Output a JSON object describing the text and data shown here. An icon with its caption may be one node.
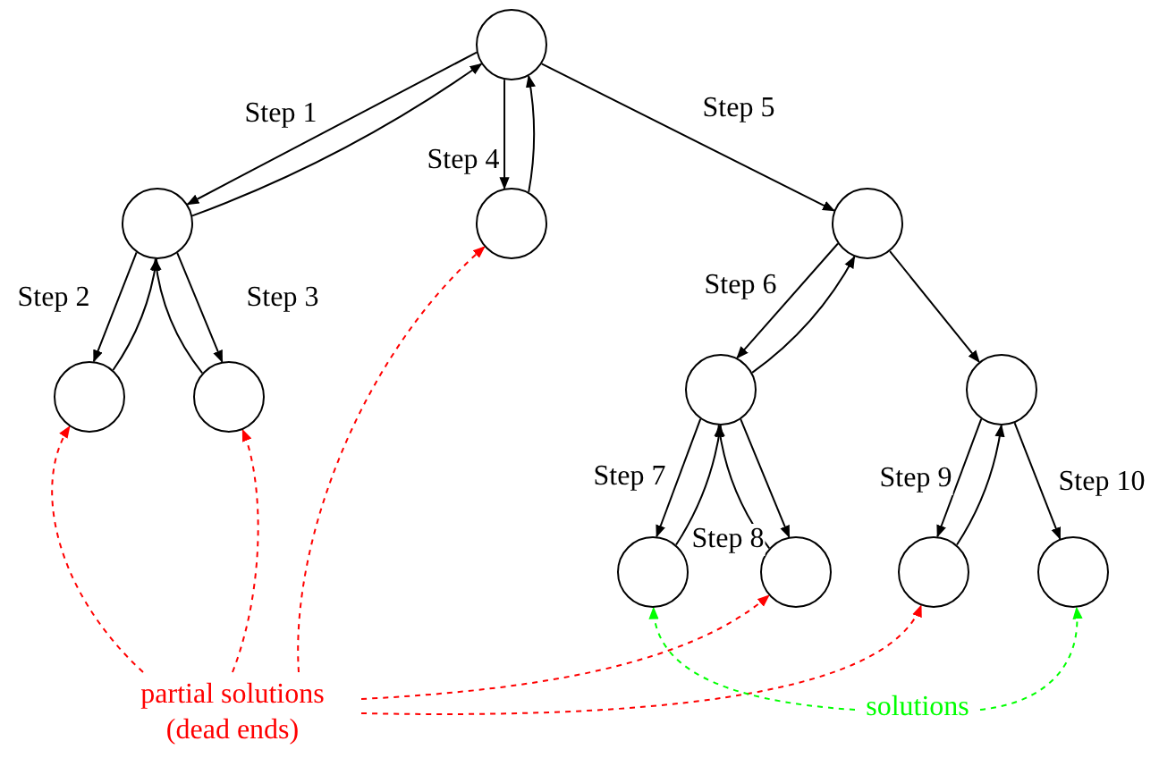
{
  "diagram": {
    "nodes": [
      {
        "text": [],
        "shape": "circle"
      },
      {
        "text": [],
        "shape": "circle"
      },
      {
        "text": [],
        "shape": "circle"
      },
      {
        "text": [],
        "shape": "circle"
      },
      {
        "text": [],
        "shape": "circle"
      },
      {
        "text": [],
        "shape": "circle"
      },
      {
        "text": [],
        "shape": "circle"
      },
      {
        "text": [],
        "shape": "circle"
      },
      {
        "text": [],
        "shape": "circle"
      },
      {
        "text": [],
        "shape": "circle"
      },
      {
        "text": [],
        "shape": "circle"
      },
      {
        "text": [],
        "shape": "circle"
      },
      {
        "text": [
          "partial solutions (dead ends)"
        ]
      },
      {
        "text": [
          "solutions"
        ]
      }
    ],
    "edges": [
      {
        "from": 0,
        "to": 1,
        "arrow": "to",
        "label": "Step 1"
      },
      {
        "from": 1,
        "to": 0,
        "arrow": "to"
      },
      {
        "from": 0,
        "to": 2,
        "arrow": "to",
        "label": "Step 4"
      },
      {
        "from": 2,
        "to": 0,
        "arrow": "to"
      },
      {
        "from": 0,
        "to": 3,
        "arrow": "to",
        "label": "Step 5"
      },
      {
        "from": 1,
        "to": 4,
        "arrow": "to",
        "label": "Step 2"
      },
      {
        "from": 4,
        "to": 1,
        "arrow": "to"
      },
      {
        "from": 1,
        "to": 5,
        "arrow": "to",
        "label": "Step 3"
      },
      {
        "from": 5,
        "to": 1,
        "arrow": "to"
      },
      {
        "from": 3,
        "to": 6,
        "arrow": "to",
        "label": "Step 6"
      },
      {
        "from": 6,
        "to": 3,
        "arrow": "to"
      },
      {
        "from": 3,
        "to": 7,
        "arrow": "to"
      },
      {
        "from": 6,
        "to": 8,
        "arrow": "to",
        "label": "Step 7"
      },
      {
        "from": 8,
        "to": 6,
        "arrow": "to"
      },
      {
        "from": 6,
        "to": 9,
        "arrow": "to",
        "label": "Step 8"
      },
      {
        "from": 9,
        "to": 6,
        "arrow": "to"
      },
      {
        "from": 7,
        "to": 10,
        "arrow": "to",
        "label": "Step 9"
      },
      {
        "from": 10,
        "to": 7,
        "arrow": "to"
      },
      {
        "from": 7,
        "to": 11,
        "arrow": "to",
        "label": "Step 10"
      },
      {
        "from": 12,
        "to": 4,
        "arrow": "to",
        "style": "dashed",
        "color": "#ff0000"
      },
      {
        "from": 12,
        "to": 5,
        "arrow": "to",
        "style": "dashed",
        "color": "#ff0000"
      },
      {
        "from": 12,
        "to": 2,
        "arrow": "to",
        "style": "dashed",
        "color": "#ff0000"
      },
      {
        "from": 12,
        "to": 9,
        "arrow": "to",
        "style": "dashed",
        "color": "#ff0000"
      },
      {
        "from": 12,
        "to": 10,
        "arrow": "to",
        "style": "dashed",
        "color": "#ff0000"
      },
      {
        "from": 13,
        "to": 8,
        "arrow": "to",
        "style": "dashed",
        "color": "#00ff00"
      },
      {
        "from": 13,
        "to": 11,
        "arrow": "to",
        "style": "dashed",
        "color": "#00ff00"
      }
    ]
  }
}
